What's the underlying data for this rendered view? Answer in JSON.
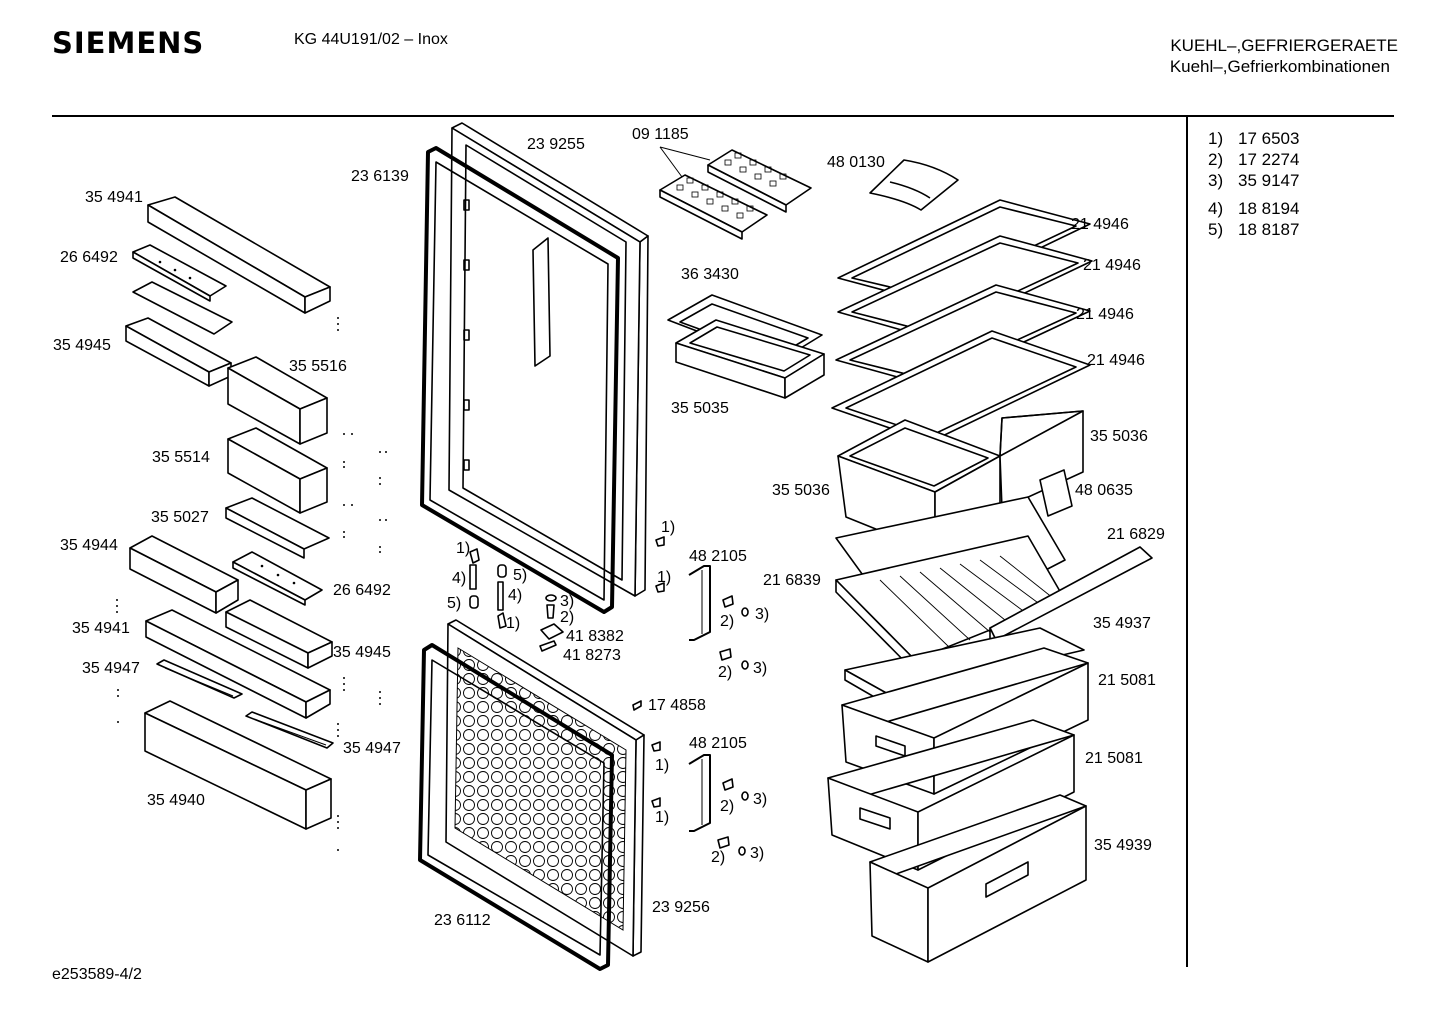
{
  "header": {
    "brand": "SIEMENS",
    "model": "KG 44U191/02 – Inox",
    "category_line1": "KUEHL–,GEFRIERGERAETE",
    "category_line2": "Kuehl–,Gefrierkombinationen"
  },
  "footer": {
    "doc_id": "e253589-4/2"
  },
  "legend": [
    {
      "key": "1)",
      "part": "17 6503"
    },
    {
      "key": "2)",
      "part": "17 2274"
    },
    {
      "key": "3)",
      "part": "35 9147"
    },
    {
      "key": "4)",
      "part": "18 8194"
    },
    {
      "key": "5)",
      "part": "18 8187"
    }
  ],
  "parts": {
    "p354941a": "35 4941",
    "p266492a": "26 6492",
    "p354945a": "35 4945",
    "p355516": "35 5516",
    "p355514": "35 5514",
    "p355027": "35 5027",
    "p354944": "35 4944",
    "p266492b": "26 6492",
    "p354941b": "35 4941",
    "p354945b": "35 4945",
    "p354947a": "35 4947",
    "p354947b": "35 4947",
    "p354940": "35 4940",
    "p236139": "23 6139",
    "p239255": "23 9255",
    "p091185": "09 1185",
    "p480130": "48 0130",
    "p363430": "36 3430",
    "p355035": "35 5035",
    "p214946a": "21 4946",
    "p214946b": "21 4946",
    "p214946c": "21 4946",
    "p214946d": "21 4946",
    "p355036a": "35 5036",
    "p355036b": "35 5036",
    "p480635": "48 0635",
    "p216829": "21 6829",
    "p216839": "21 6839",
    "p482105a": "48 2105",
    "p482105b": "48 2105",
    "p418382": "41 8382",
    "p418273": "41 8273",
    "p174858": "17 4858",
    "p354937": "35 4937",
    "p215081a": "21 5081",
    "p215081b": "21 5081",
    "p354939": "35 4939",
    "p236112": "23 6112",
    "p239256": "23 9256"
  },
  "refs": {
    "r1": "1)",
    "r2": "4)",
    "r3": "5)",
    "r4": "5)",
    "r5": "4)",
    "r6": "1)",
    "r7": "3)",
    "r8": "2)",
    "r9": "1)",
    "r10": "1)",
    "r11": "2)",
    "r12": "3)",
    "r13": "2)",
    "r14": "3)",
    "r15": "1)",
    "r16": "1)",
    "r17": "2)",
    "r18": "3)",
    "r19": "2)",
    "r20": "3)"
  }
}
